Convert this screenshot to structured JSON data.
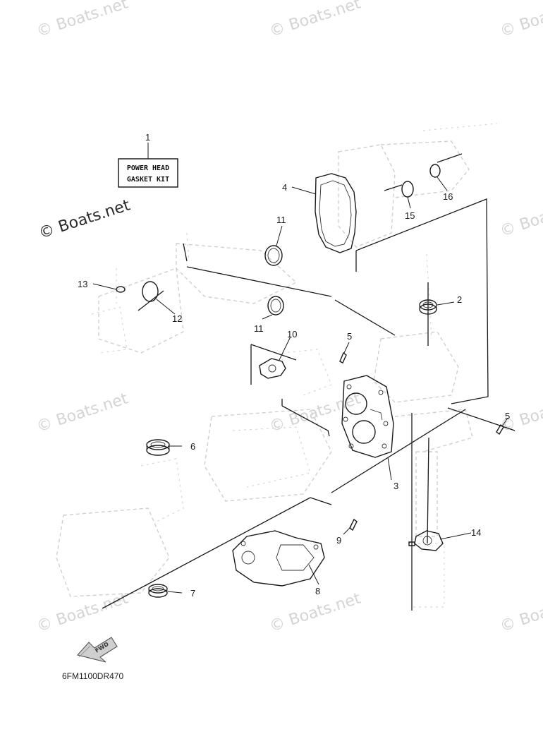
{
  "watermark": {
    "text": "© Boats.net"
  },
  "kit_label": {
    "line1": "POWER HEAD",
    "line2": "GASKET KIT"
  },
  "callouts": {
    "c1": "1",
    "c2": "2",
    "c3": "3",
    "c4": "4",
    "c5a": "5",
    "c5b": "5",
    "c6": "6",
    "c7": "7",
    "c8": "8",
    "c9": "9",
    "c10": "10",
    "c11a": "11",
    "c11b": "11",
    "c12": "12",
    "c13": "13",
    "c14": "14",
    "c15": "15",
    "c16": "16"
  },
  "fwd_label": "FWD",
  "diagram_code": "6FM1100DR470"
}
